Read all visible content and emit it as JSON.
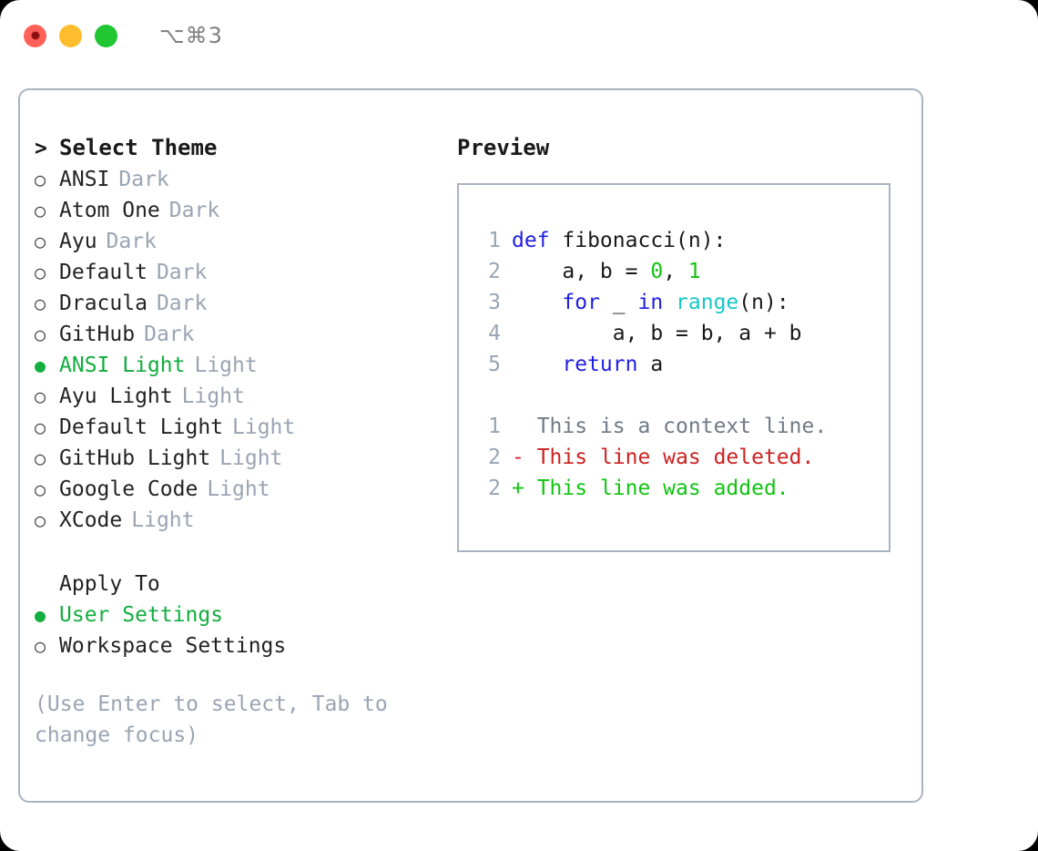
{
  "window": {
    "traffic_lights": [
      "close",
      "minimize",
      "maximize"
    ],
    "shortcut_label": "⌥⌘3"
  },
  "theme_picker": {
    "header_marker": ">",
    "header_label": "Select Theme",
    "marker_unselected": "○",
    "marker_selected": "●",
    "accent_color": "#12ae3f",
    "items": [
      {
        "marker": "○",
        "name": "ANSI",
        "variant": "Dark",
        "selected": false
      },
      {
        "marker": "○",
        "name": "Atom One",
        "variant": "Dark",
        "selected": false
      },
      {
        "marker": "○",
        "name": "Ayu",
        "variant": "Dark",
        "selected": false
      },
      {
        "marker": "○",
        "name": "Default",
        "variant": "Dark",
        "selected": false
      },
      {
        "marker": "○",
        "name": "Dracula",
        "variant": "Dark",
        "selected": false
      },
      {
        "marker": "○",
        "name": "GitHub",
        "variant": "Dark",
        "selected": false
      },
      {
        "marker": "●",
        "name": "ANSI Light",
        "variant": "Light",
        "selected": true
      },
      {
        "marker": "○",
        "name": "Ayu Light",
        "variant": "Light",
        "selected": false
      },
      {
        "marker": "○",
        "name": "Default Light",
        "variant": "Light",
        "selected": false
      },
      {
        "marker": "○",
        "name": "GitHub Light",
        "variant": "Light",
        "selected": false
      },
      {
        "marker": "○",
        "name": "Google Code",
        "variant": "Light",
        "selected": false
      },
      {
        "marker": "○",
        "name": "XCode",
        "variant": "Light",
        "selected": false
      }
    ]
  },
  "apply_to": {
    "header_label": "Apply To",
    "items": [
      {
        "marker": "●",
        "name": "User Settings",
        "selected": true
      },
      {
        "marker": "○",
        "name": "Workspace Settings",
        "selected": false
      }
    ]
  },
  "hint": {
    "text": "(Use Enter to select, Tab to change focus)"
  },
  "preview": {
    "title": "Preview",
    "code": [
      {
        "lineno": "1",
        "segments": [
          {
            "text": "def ",
            "type": "kw"
          },
          {
            "text": "fibonacci(n):",
            "type": "txt"
          }
        ]
      },
      {
        "lineno": "2",
        "segments": [
          {
            "text": "    a, b = ",
            "type": "txt"
          },
          {
            "text": "0",
            "type": "num"
          },
          {
            "text": ", ",
            "type": "txt"
          },
          {
            "text": "1",
            "type": "num"
          }
        ]
      },
      {
        "lineno": "3",
        "segments": [
          {
            "text": "    ",
            "type": "txt"
          },
          {
            "text": "for",
            "type": "kw"
          },
          {
            "text": " _ ",
            "type": "txt"
          },
          {
            "text": "in",
            "type": "kw"
          },
          {
            "text": " ",
            "type": "txt"
          },
          {
            "text": "range",
            "type": "fn"
          },
          {
            "text": "(n):",
            "type": "txt"
          }
        ]
      },
      {
        "lineno": "4",
        "segments": [
          {
            "text": "        a, b = b, a + b",
            "type": "txt"
          }
        ]
      },
      {
        "lineno": "5",
        "segments": [
          {
            "text": "    ",
            "type": "txt"
          },
          {
            "text": "return",
            "type": "kw"
          },
          {
            "text": " a",
            "type": "txt"
          }
        ]
      }
    ],
    "diff": [
      {
        "lineno": "1",
        "sign": " ",
        "text": " This is a context line.",
        "type": "context"
      },
      {
        "lineno": "2",
        "sign": "-",
        "text": " This line was deleted.",
        "type": "del"
      },
      {
        "lineno": "2",
        "sign": "+",
        "text": " This line was added.",
        "type": "add"
      }
    ]
  }
}
